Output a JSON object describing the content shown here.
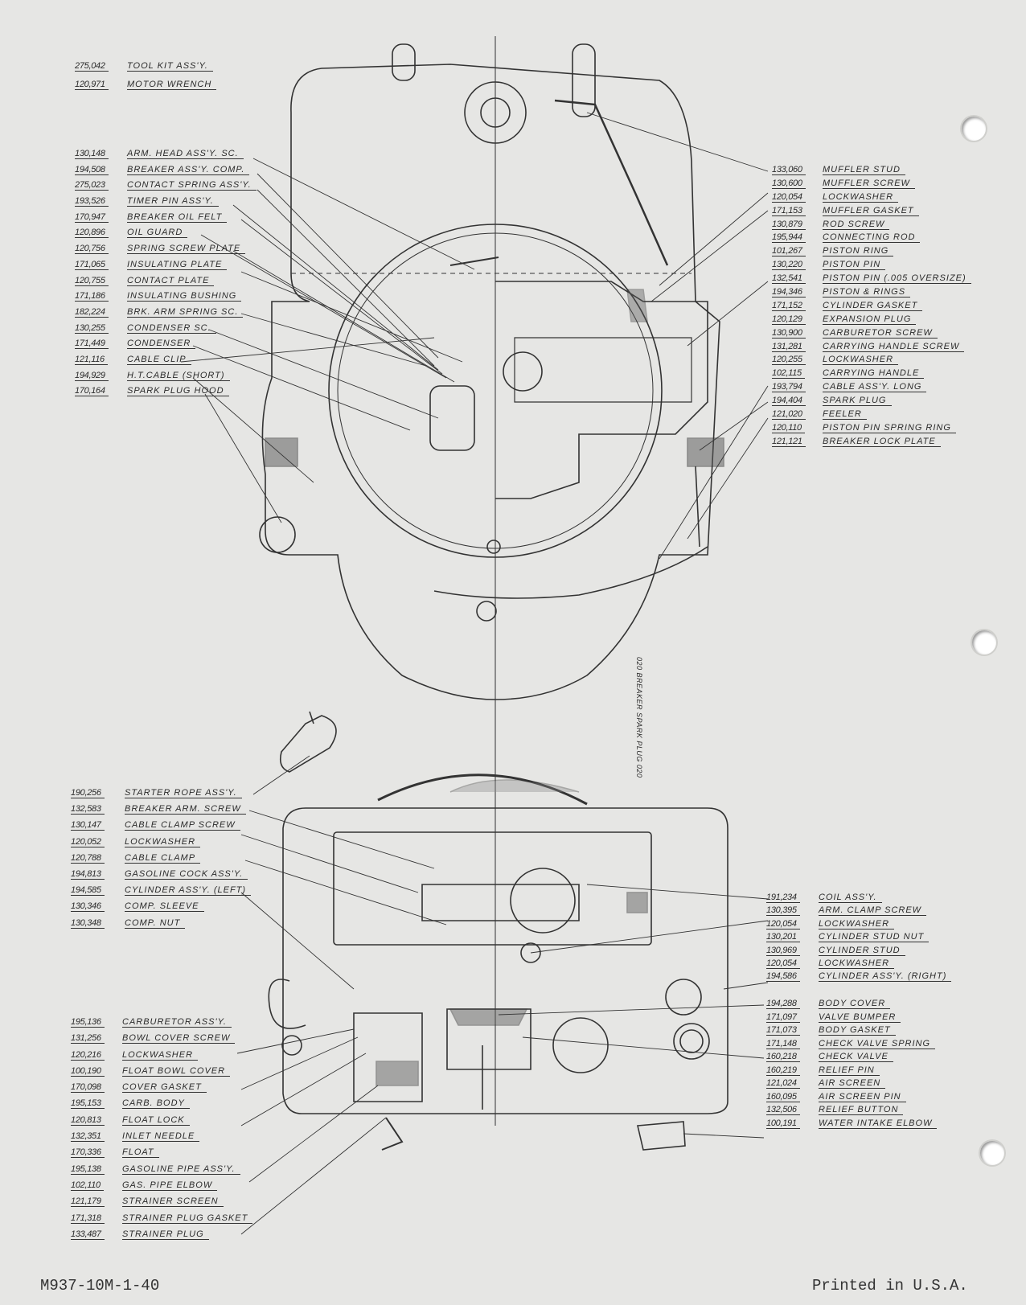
{
  "lists": {
    "tools": [
      {
        "num": "275,042",
        "label": "Tool Kit Ass'y."
      },
      {
        "num": "120,971",
        "label": "Motor Wrench"
      }
    ],
    "upper_left": [
      {
        "num": "130,148",
        "label": "Arm. Head Ass'y. Sc."
      },
      {
        "num": "194,508",
        "label": "Breaker Ass'y. Comp."
      },
      {
        "num": "275,023",
        "label": "Contact Spring Ass'y."
      },
      {
        "num": "193,526",
        "label": "Timer Pin Ass'y."
      },
      {
        "num": "170,947",
        "label": "Breaker Oil Felt"
      },
      {
        "num": "120,896",
        "label": "Oil Guard"
      },
      {
        "num": "120,756",
        "label": "Spring Screw Plate"
      },
      {
        "num": "171,065",
        "label": "Insulating Plate"
      },
      {
        "num": "120,755",
        "label": "Contact Plate"
      },
      {
        "num": "171,186",
        "label": "Insulating Bushing"
      },
      {
        "num": "182,224",
        "label": "Brk. Arm Spring Sc."
      },
      {
        "num": "130,255",
        "label": "Condenser Sc."
      },
      {
        "num": "171,449",
        "label": "Condenser"
      },
      {
        "num": "121,116",
        "label": "Cable Clip"
      },
      {
        "num": "194,929",
        "label": "H.T.Cable (Short)"
      },
      {
        "num": "170,164",
        "label": "Spark Plug Hood"
      }
    ],
    "upper_right": [
      {
        "num": "133,060",
        "label": "Muffler Stud"
      },
      {
        "num": "130,600",
        "label": "Muffler Screw"
      },
      {
        "num": "120,054",
        "label": "Lockwasher"
      },
      {
        "num": "171,153",
        "label": "Muffler Gasket"
      },
      {
        "num": "130,879",
        "label": "Rod Screw"
      },
      {
        "num": "195,944",
        "label": "Connecting Rod"
      },
      {
        "num": "101,267",
        "label": "Piston Ring"
      },
      {
        "num": "130,220",
        "label": "Piston Pin"
      },
      {
        "num": "132,541",
        "label": "Piston Pin (.005 oversize)"
      },
      {
        "num": "194,346",
        "label": "Piston & Rings"
      },
      {
        "num": "171,152",
        "label": "Cylinder Gasket"
      },
      {
        "num": "120,129",
        "label": "Expansion Plug"
      },
      {
        "num": "130,900",
        "label": "Carburetor Screw"
      },
      {
        "num": "131,281",
        "label": "Carrying Handle Screw"
      },
      {
        "num": "120,255",
        "label": "Lockwasher"
      },
      {
        "num": "102,115",
        "label": "Carrying Handle"
      },
      {
        "num": "193,794",
        "label": "Cable Ass'y. Long"
      },
      {
        "num": "194,404",
        "label": "Spark Plug"
      },
      {
        "num": "121,020",
        "label": "Feeler"
      },
      {
        "num": "120,110",
        "label": "Piston Pin Spring Ring"
      },
      {
        "num": "121,121",
        "label": "Breaker Lock Plate"
      }
    ],
    "lower_left_a": [
      {
        "num": "190,256",
        "label": "Starter Rope Ass'y."
      },
      {
        "num": "132,583",
        "label": "Breaker Arm. Screw"
      },
      {
        "num": "130,147",
        "label": "Cable Clamp Screw"
      },
      {
        "num": "120,052",
        "label": "Lockwasher"
      },
      {
        "num": "120,788",
        "label": "Cable Clamp"
      },
      {
        "num": "194,813",
        "label": "Gasoline Cock Ass'y."
      },
      {
        "num": "194,585",
        "label": "Cylinder Ass'y. (Left)"
      },
      {
        "num": "130,346",
        "label": "Comp. Sleeve"
      },
      {
        "num": "130,348",
        "label": "Comp. Nut"
      }
    ],
    "lower_left_b": [
      {
        "num": "195,136",
        "label": "Carburetor Ass'y."
      },
      {
        "num": "131,256",
        "label": "Bowl Cover Screw"
      },
      {
        "num": "120,216",
        "label": "Lockwasher"
      },
      {
        "num": "100,190",
        "label": "Float Bowl Cover"
      },
      {
        "num": "170,098",
        "label": "Cover Gasket"
      },
      {
        "num": "195,153",
        "label": "Carb. Body"
      },
      {
        "num": "120,813",
        "label": "Float Lock"
      },
      {
        "num": "132,351",
        "label": "Inlet Needle"
      },
      {
        "num": "170,336",
        "label": "Float"
      },
      {
        "num": "195,138",
        "label": "Gasoline Pipe Ass'y."
      },
      {
        "num": "102,110",
        "label": "Gas. Pipe Elbow"
      },
      {
        "num": "121,179",
        "label": "Strainer Screen"
      },
      {
        "num": "171,318",
        "label": "Strainer Plug Gasket"
      },
      {
        "num": "133,487",
        "label": "Strainer Plug"
      }
    ],
    "lower_right_a": [
      {
        "num": "191,234",
        "label": "Coil Ass'y."
      },
      {
        "num": "130,395",
        "label": "Arm. Clamp Screw"
      },
      {
        "num": "120,054",
        "label": "Lockwasher"
      },
      {
        "num": "130,201",
        "label": "Cylinder Stud Nut"
      },
      {
        "num": "130,969",
        "label": "Cylinder Stud"
      },
      {
        "num": "120,054",
        "label": "Lockwasher"
      },
      {
        "num": "194,586",
        "label": "Cylinder Ass'y. (Right)"
      }
    ],
    "lower_right_b": [
      {
        "num": "194,288",
        "label": "Body Cover"
      },
      {
        "num": "171,097",
        "label": "Valve Bumper"
      },
      {
        "num": "171,073",
        "label": "Body Gasket"
      },
      {
        "num": "171,148",
        "label": "Check Valve Spring"
      },
      {
        "num": "160,218",
        "label": "Check Valve"
      },
      {
        "num": "160,219",
        "label": "Relief Pin"
      },
      {
        "num": "121,024",
        "label": "Air Screen"
      },
      {
        "num": "160,095",
        "label": "Air Screen Pin"
      },
      {
        "num": "132,506",
        "label": "Relief Button"
      },
      {
        "num": "100,191",
        "label": "Water Intake Elbow"
      }
    ]
  },
  "gauge_label": "020 BREAKER  SPARK PLUG 020",
  "footer": {
    "form_number": "M937-10M-1-40",
    "printed": "Printed in U.S.A."
  }
}
